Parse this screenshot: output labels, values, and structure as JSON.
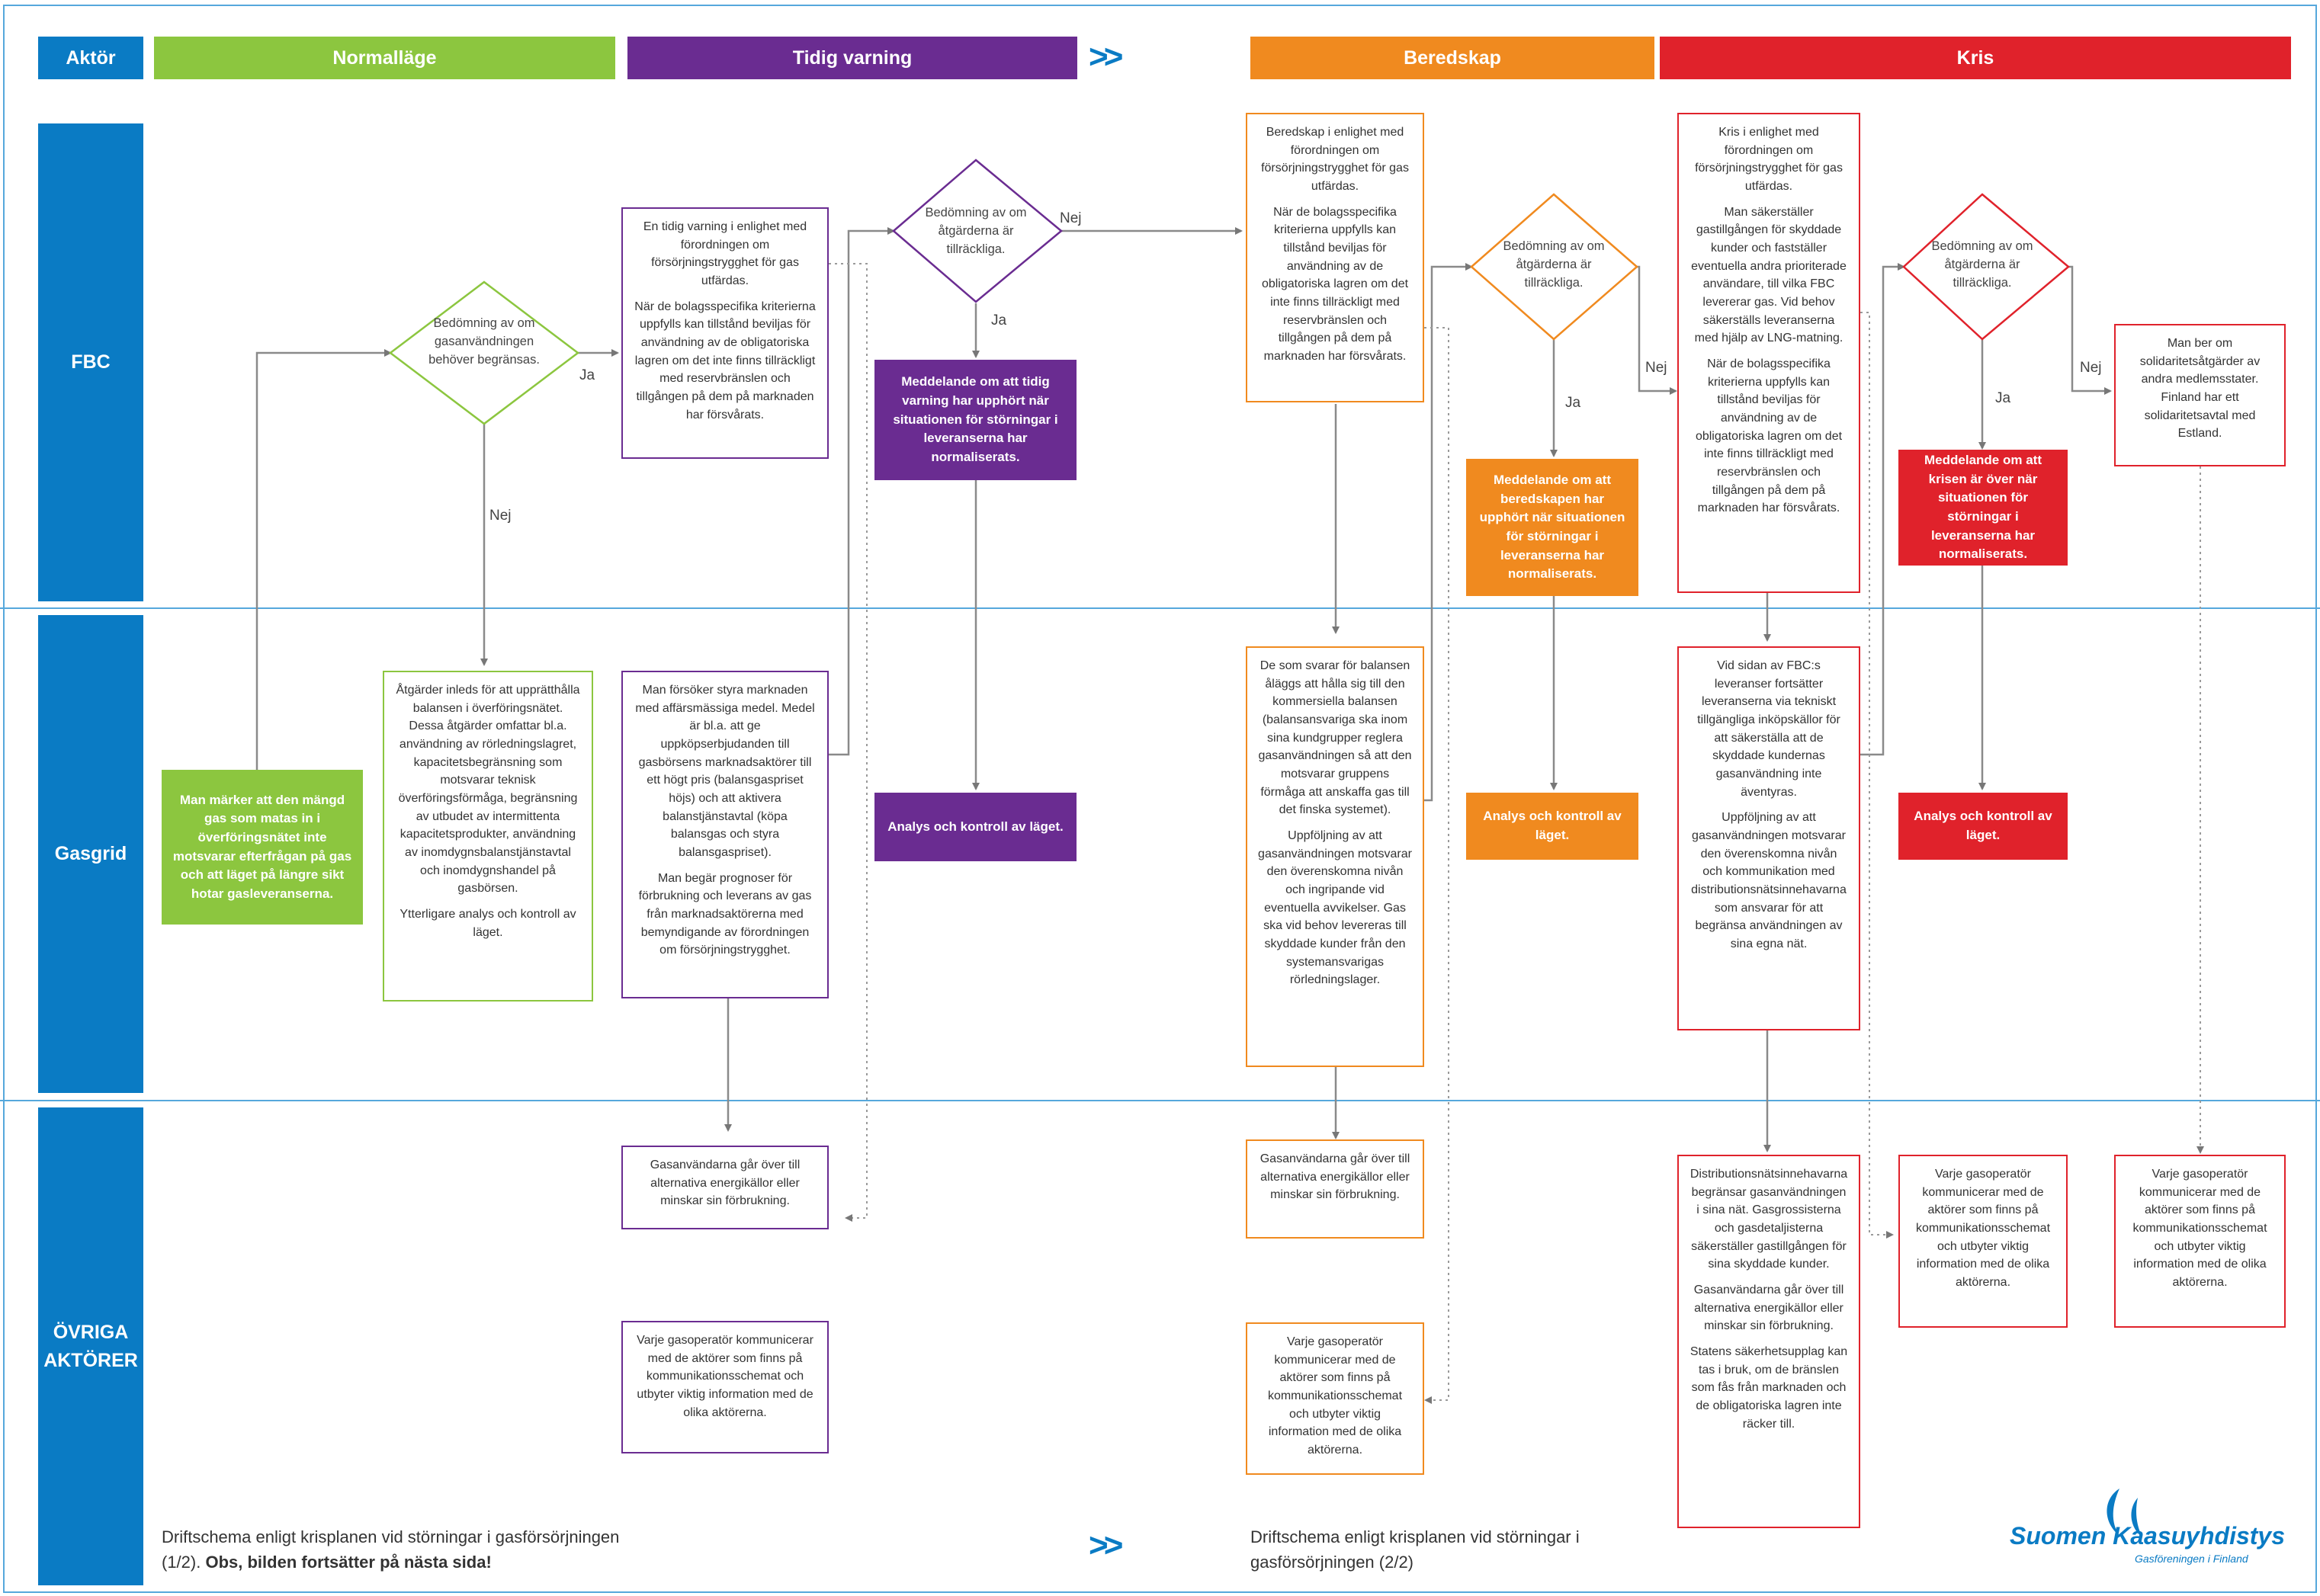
{
  "header": {
    "actor": "Aktör",
    "phases": [
      "Normalläge",
      "Tidig varning",
      "Beredskap",
      "Kris"
    ],
    "arrow": ">>"
  },
  "lanes": [
    "FBC",
    "Gasgrid",
    "ÖVRIGA AKTÖRER"
  ],
  "colors": {
    "blue": "#0a7bc4",
    "green": "#8cc63f",
    "purple": "#6a2c91",
    "orange": "#f08a1f",
    "red": "#e0222b"
  },
  "normal": {
    "gasgrid_start": "Man märker att den mängd gas som matas in i överföringsnätet inte motsvarar efterfrågan på gas och att läget på längre sikt hotar gasleveranserna.",
    "decision": "Bedömning av om gasanvändningen behöver begränsas.",
    "yes": "Ja",
    "no": "Nej",
    "measures": [
      "Åtgärder inleds för att upprätthålla balansen i överföringsnätet. Dessa åtgärder omfattar bl.a. användning av rörledningslagret, kapacitetsbegränsning som motsvarar teknisk överföringsförmåga, begränsning av utbudet av intermittenta kapacitetsprodukter, användning av inomdygnsbalanstjänstavtal och inomdygnshandel på gasbörsen.",
      "Ytterligare analys och kontroll av läget."
    ]
  },
  "early": {
    "fbc_box": [
      "En tidig varning i enlighet med förordningen om försörjningstrygghet för gas utfärdas.",
      "När de bolagsspecifika kriterierna uppfylls kan tillstånd beviljas för användning av de obligatoriska lagren om det inte finns tillräckligt med reservbränslen och tillgången på dem på marknaden har försvårats."
    ],
    "decision": "Bedömning av om åtgärderna är tillräckliga.",
    "no": "Nej",
    "yes": "Ja",
    "end_message": "Meddelande om att tidig varning har upphört när situationen för störningar i leveranserna har normaliserats.",
    "gasgrid_box": [
      "Man försöker styra marknaden med affärsmässiga medel. Medel är bl.a. att ge uppköpserbjudanden till gasbörsens marknadsaktörer till ett högt pris (balansgaspriset höjs) och att aktivera balanstjänstavtal (köpa balansgas och styra balansgaspriset).",
      "Man begär prognoser för förbrukning och leverans av gas från marknadsaktörerna med bemyndigande av förordningen om försörjningstrygghet."
    ],
    "analysis": "Analys och kontroll av läget.",
    "other_box1": "Gasanvändarna går över till alternativa energikällor eller minskar sin förbrukning.",
    "other_box2": "Varje gasoperatör kommunicerar med de aktörer som finns på kommunikationsschemat och utbyter viktig information med de olika aktörerna."
  },
  "readiness": {
    "fbc_box": [
      "Beredskap i enlighet med förordningen om försörjningstrygghet för gas utfärdas.",
      "När de bolagsspecifika kriterierna uppfylls kan tillstånd beviljas för användning av de obligatoriska lagren om det inte finns tillräckligt med reservbränslen och tillgången på dem på marknaden har försvårats."
    ],
    "decision": "Bedömning av om åtgärderna är tillräckliga.",
    "no": "Nej",
    "yes": "Ja",
    "end_message": "Meddelande om att beredskapen har upphört när situationen för störningar i leveranserna har normaliserats.",
    "gasgrid_box": [
      "De som svarar för balansen åläggs att hålla sig till den kommersiella balansen (balansansvariga ska inom sina kundgrupper reglera gasanvändningen så att den motsvarar gruppens förmåga att anskaffa gas till det finska systemet).",
      "Uppföljning av att gasanvändningen motsvarar den överenskomna nivån och ingripande vid eventuella avvikelser. Gas ska vid behov levereras till skyddade kunder från den systemansvarigas rörledningslager."
    ],
    "analysis": "Analys och kontroll av läget.",
    "other_box1": "Gasanvändarna går över till alternativa energikällor eller minskar sin förbrukning.",
    "other_box2": "Varje gasoperatör kommunicerar med de aktörer som finns på kommunikationsschemat och utbyter viktig information med de olika aktörerna."
  },
  "crisis": {
    "fbc_box": [
      "Kris i enlighet med förordningen om försörjningstrygghet för gas utfärdas.",
      "Man säkerställer gastillgången för skyddade kunder och fastställer eventuella andra prioriterade användare, till vilka FBC levererar gas. Vid behov säkerställs leveranserna med hjälp av LNG-matning.",
      "När de bolagsspecifika kriterierna uppfylls kan tillstånd beviljas för användning av de obligatoriska lagren om det inte finns tillräckligt med reservbränslen och tillgången på dem på marknaden har försvårats."
    ],
    "decision": "Bedömning av om åtgärderna är tillräckliga.",
    "no": "Nej",
    "yes": "Ja",
    "end_message": "Meddelande om att krisen är över när situationen för störningar i leveranserna har normaliserats.",
    "solidarity": "Man ber om solidaritetsåtgärder av andra medlemsstater. Finland har ett solidaritetsavtal med Estland.",
    "gasgrid_box": [
      "Vid sidan av FBC:s leveranser fortsätter leveranserna via tekniskt tillgängliga inköpskällor för att säkerställa att de skyddade kundernas gasanvändning inte äventyras.",
      "Uppföljning av att gasanvändningen motsvarar den överenskomna nivån och kommunikation med distributionsnätsinnehavarna som ansvarar för att begränsa användningen av sina egna nät."
    ],
    "analysis": "Analys och kontroll av läget.",
    "other_box1": [
      "Distributionsnätsinnehavarna begränsar gasanvändningen i sina nät. Gasgrossisterna och gasdetaljisterna säkerställer gastillgången för sina skyddade kunder.",
      "Gasanvändarna går över till alternativa energikällor eller minskar sin förbrukning.",
      "Statens säkerhetsupplag kan tas i bruk, om de bränslen som fås från marknaden och de obligatoriska lagren inte räcker till."
    ],
    "other_box2": "Varje gasoperatör kommunicerar med de aktörer som finns på kommunikationsschemat och utbyter viktig information med de olika aktörerna.",
    "other_box3": "Varje gasoperatör kommunicerar med de aktörer som finns på kommunikationsschemat och utbyter viktig information med de olika aktörerna."
  },
  "footer": {
    "left_text": "Driftschema enligt krisplanen vid störningar i gasförsörjningen (1/2).",
    "left_bold": "Obs, bilden fortsätter på nästa sida!",
    "right_text": "Driftschema enligt krisplanen vid störningar i gasförsörjningen (2/2)",
    "arrow": ">>"
  },
  "logo": {
    "name": "Suomen Kaasuyhdistys",
    "subtitle": "Gasföreningen i Finland"
  }
}
